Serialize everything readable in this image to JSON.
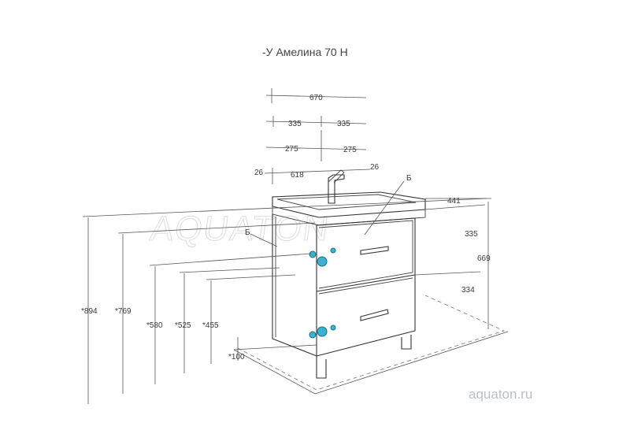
{
  "title": "-У Амелина 70 Н",
  "ghost_brand": "AQUATON",
  "watermark": "aquaton.ru",
  "dimensions": {
    "top_width": "670",
    "half_left": "335",
    "half_right": "335",
    "q_left": "275",
    "q_right": "275",
    "inner_width": "618",
    "side_left": "26",
    "side_right": "26",
    "depth": "441",
    "upper_drawer_h": "335",
    "total_h": "669",
    "lower_drawer_h": "334",
    "h_total": "*894",
    "h_top": "*769",
    "h_a": "*580",
    "h_b": "*525",
    "h_c": "*455",
    "h_leg": "*100"
  },
  "markers": {
    "b_right": "Б",
    "b_left": "Б"
  },
  "colors": {
    "hole": "#39b3cf",
    "line": "#333333"
  }
}
